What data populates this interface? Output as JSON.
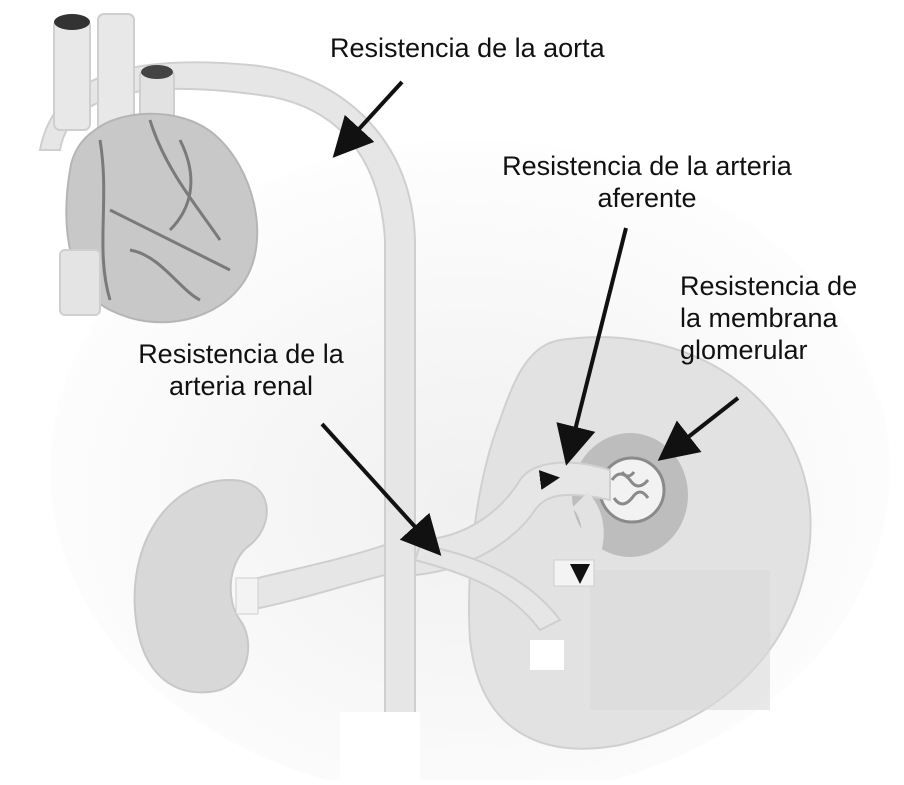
{
  "labels": {
    "aorta": [
      "Resistencia de la aorta"
    ],
    "afferent": [
      "Resistencia de la arteria",
      "aferente"
    ],
    "glomerular": [
      "Resistencia de",
      "la membrana",
      "glomerular"
    ],
    "renal": [
      "Resistencia de la",
      "arteria renal"
    ]
  },
  "colors": {
    "background": "#ffffff",
    "vessel": "#e4e4e4",
    "organ": "#d8d8d8",
    "heart": "#c4c4c4",
    "heart_vessels": "#7a7a7a",
    "arrow": "#111111"
  }
}
